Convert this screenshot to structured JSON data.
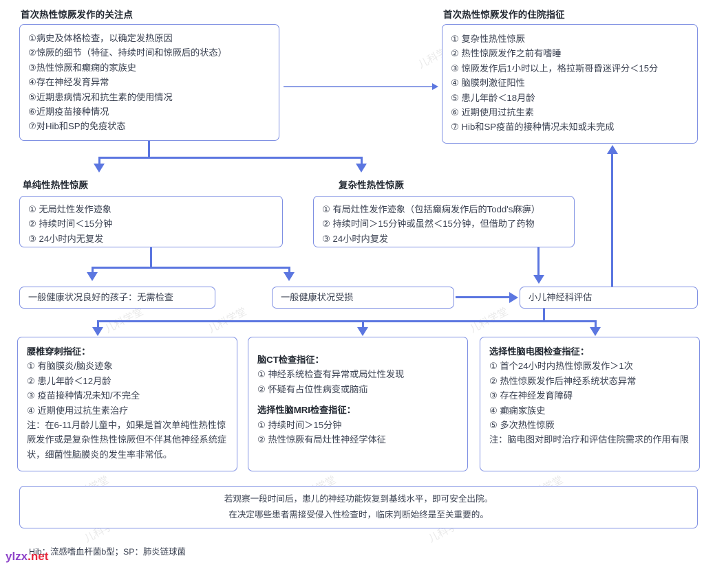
{
  "meta": {
    "accent": "#5b76e0",
    "border": "#7f90e3",
    "text": "#3b4252"
  },
  "headings": {
    "first_seizure_focus": "首次热性惊厥发作的关注点",
    "admission_indications": "首次热性惊厥发作的住院指征",
    "simple_febrile": "单纯性热性惊厥",
    "complex_febrile": "复杂性热性惊厥"
  },
  "boxes": {
    "focus_points": {
      "lines": [
        "①病史及体格检查，以确定发热原因",
        "②惊厥的细节（特征、持续时间和惊厥后的状态）",
        "③热性惊厥和癫痫的家族史",
        "④存在神经发育异常",
        "⑤近期患病情况和抗生素的使用情况",
        "⑥近期疫苗接种情况",
        "⑦对Hib和SP的免疫状态"
      ]
    },
    "admission": {
      "lines": [
        "① 复杂性热性惊厥",
        "② 热性惊厥发作之前有嗜睡",
        "③ 惊厥发作后1小时以上，格拉斯哥昏迷评分＜15分",
        "④ 脑膜刺激征阳性",
        "⑤ 患儿年龄＜18月龄",
        "⑥ 近期使用过抗生素",
        "⑦ Hib和SP疫苗的接种情况未知或未完成"
      ]
    },
    "simple": {
      "lines": [
        "① 无局灶性发作迹象",
        "② 持续时间＜15分钟",
        "③ 24小时内无复发"
      ]
    },
    "complex": {
      "lines": [
        "① 有局灶性发作迹象（包括癫痫发作后的Todd's麻痹）",
        "② 持续时间＞15分钟或虽然＜15分钟，但借助了药物",
        "③ 24小时内复发"
      ]
    },
    "healthy": {
      "label": "一般健康状况良好的孩子：无需检查"
    },
    "impaired": {
      "label": "一般健康状况受损"
    },
    "neuro_eval": {
      "label": "小儿神经科评估"
    },
    "lumbar": {
      "title": "腰椎穿刺指征：",
      "lines": [
        "① 有脑膜炎/脑炎迹象",
        "② 患儿年龄＜12月龄",
        "③ 疫苗接种情况未知/不完全",
        "④ 近期使用过抗生素治疗"
      ],
      "note": "注：在6-11月龄儿童中，如果是首次单纯性热性惊厥发作或是复杂性热性惊厥但不伴其他神经系统症状，细菌性脑膜炎的发生率非常低。"
    },
    "ct_mri": {
      "ct_title": "脑CT检查指征：",
      "ct_lines": [
        "① 神经系统检查有异常或局灶性发现",
        "② 怀疑有占位性病变或脑疝"
      ],
      "mri_title": "选择性脑MRI检查指征：",
      "mri_lines": [
        "① 持续时间＞15分钟",
        "② 热性惊厥有局灶性神经学体征"
      ]
    },
    "eeg": {
      "title": "选择性脑电图检查指征：",
      "lines": [
        "① 首个24小时内热性惊厥发作＞1次",
        "② 热性惊厥发作后神经系统状态异常",
        "③ 存在神经发育障碍",
        "④ 癫痫家族史",
        "⑤ 多次热性惊厥"
      ],
      "note": "注：脑电图对即时治疗和评估住院需求的作用有限"
    },
    "summary": {
      "line1": "若观察一段时间后，患儿的神经功能恢复到基线水平，即可安全出院。",
      "line2": "在决定哪些患者需接受侵入性检查时，临床判断始终是至关重要的。"
    }
  },
  "footnote": "Hib：流感嗜血杆菌b型；SP：肺炎链球菌",
  "watermark": {
    "primary": "ylzx",
    "suffix": ".net",
    "tile_text": "儿科学堂"
  }
}
